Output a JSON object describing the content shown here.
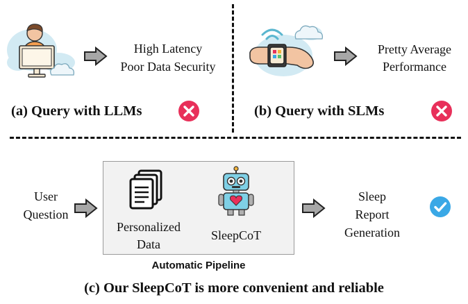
{
  "panel_a": {
    "latency_line": "High Latency",
    "security_line": "Poor Data Security",
    "title": "(a) Query with LLMs",
    "status_icon": "x-circle-icon"
  },
  "panel_b": {
    "line_1": "Pretty Average",
    "line_2": "Performance",
    "title": "(b) Query with SLMs",
    "status_icon": "x-circle-icon"
  },
  "panel_c": {
    "user_line_1": "User",
    "user_line_2": "Question",
    "data_line_1": "Personalized",
    "data_line_2": "Data",
    "model_label": "SleepCoT",
    "report_line_1": "Sleep",
    "report_line_2": "Report",
    "report_line_3": "Generation",
    "pipeline_label": "Automatic Pipeline",
    "caption": "(c) Our SleepCoT is more convenient and reliable",
    "status_icon": "check-circle-icon"
  },
  "colors": {
    "cross": "#e8305a",
    "check": "#3aa8e6",
    "cloud": "#d2eaf3",
    "arrow_fill": "#a7a7a7"
  }
}
